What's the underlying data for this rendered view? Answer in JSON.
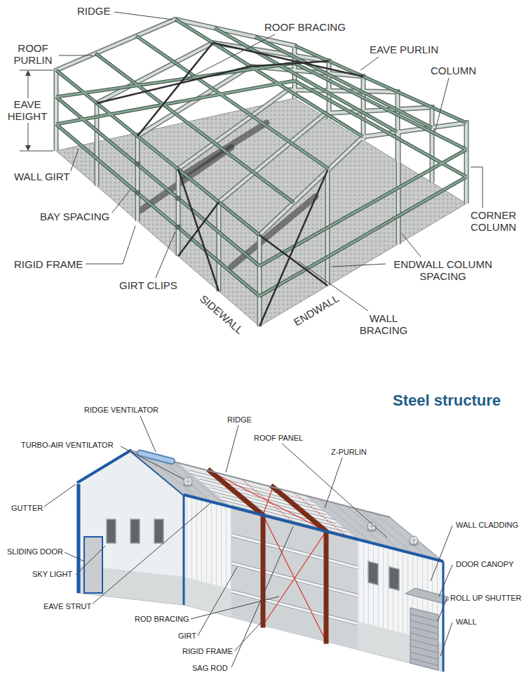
{
  "diagram": {
    "title": "Steel structure",
    "labels": [
      "RIDGE",
      "ROOF BRACING",
      "ROOF PURLIN",
      "EAVE PURLIN",
      "COLUMN",
      "EAVE HEIGHT",
      "WALL GIRT",
      "CORNER COLUMN",
      "BAY SPACING",
      "RIGID FRAME",
      "ENDWALL COLUMN SPACING",
      "GIRT CLIPS",
      "SIDEWALL",
      "ENDWALL",
      "WALL BRACING",
      "RIDGE VENTILATOR",
      "RIDGE",
      "TURBO-AIR VENTILATOR",
      "ROOF PANEL",
      "Z-PURLIN",
      "GUTTER",
      "WALL CLADDING",
      "SLIDING DOOR",
      "DOOR CANOPY",
      "SKY LIGHT",
      "ROLL UP SHUTTER",
      "EAVE STRUT",
      "WALL",
      "ROD BRACING",
      "GIRT",
      "RIGID FRAME",
      "SAG ROD"
    ]
  }
}
